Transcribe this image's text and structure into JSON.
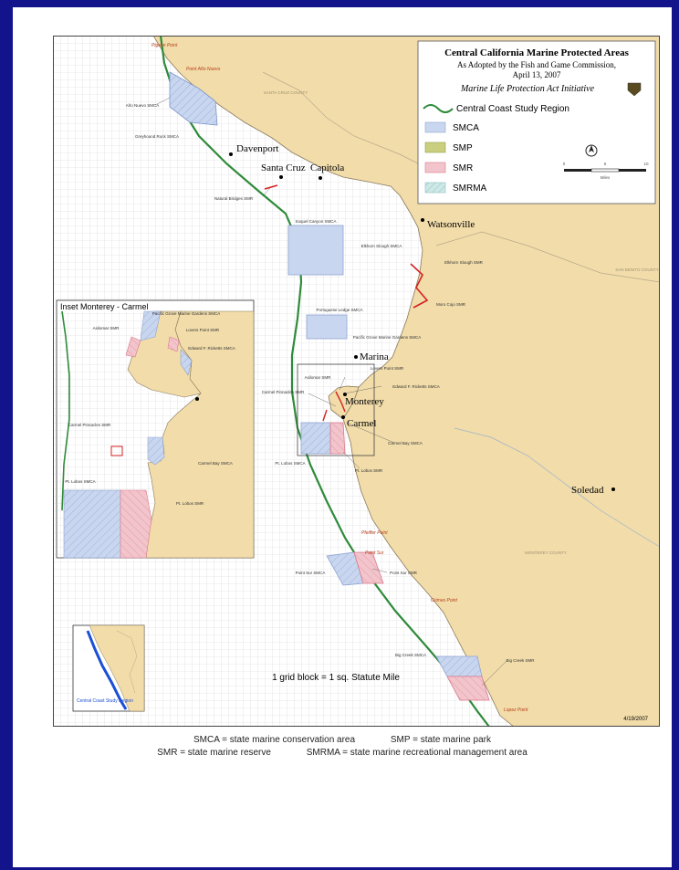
{
  "legend": {
    "title": "Central California Marine Protected Areas",
    "subtitle": "As Adopted by the Fish and Game Commission,",
    "date": "April 13, 2007",
    "initiative": "Marine Life Protection Act Initiative",
    "items": [
      {
        "label": "Central Coast Study Region",
        "color": "#2e8b3a"
      },
      {
        "label": "SMCA",
        "color": "#c9d6ef"
      },
      {
        "label": "SMP",
        "color": "#c9cf7e"
      },
      {
        "label": "SMR",
        "color": "#f2c4cc"
      },
      {
        "label": "SMRMA",
        "color": "#cde8e6"
      }
    ],
    "scale_unit": "Miles",
    "scale_ticks": [
      "0",
      "5",
      "10"
    ]
  },
  "cities": [
    {
      "name": "Davenport"
    },
    {
      "name": "Santa Cruz"
    },
    {
      "name": "Capitola"
    },
    {
      "name": "Watsonville"
    },
    {
      "name": "Marina"
    },
    {
      "name": "Monterey"
    },
    {
      "name": "Carmel"
    },
    {
      "name": "Soledad"
    }
  ],
  "points": [
    {
      "name": "Pigeon Point"
    },
    {
      "name": "Point Año Nuevo"
    },
    {
      "name": "Pfeiffer Point"
    },
    {
      "name": "Point Sur"
    },
    {
      "name": "Grimes Point"
    },
    {
      "name": "Lopez Point"
    }
  ],
  "mpa_labels": [
    {
      "text": "Año Nuevo SMCA"
    },
    {
      "text": "Greyhound Rock SMCA"
    },
    {
      "text": "Natural Bridges SMR"
    },
    {
      "text": "Soquel Canyon SMCA"
    },
    {
      "text": "Elkhorn Slough SMCA"
    },
    {
      "text": "Elkhorn Slough SMR"
    },
    {
      "text": "Moro Cojo SMR"
    },
    {
      "text": "Portuguese Ledge SMCA"
    },
    {
      "text": "Pacific Grove Marine Gardens SMCA"
    },
    {
      "text": "Asilomar SMR"
    },
    {
      "text": "Lovers Point SMR"
    },
    {
      "text": "Edward F. Ricketts SMCA"
    },
    {
      "text": "Carmel Pinnacles SMR"
    },
    {
      "text": "Carmel Bay SMCA"
    },
    {
      "text": "Pt. Lobos SMCA"
    },
    {
      "text": "Pt. Lobos SMR"
    },
    {
      "text": "Point Sur SMCA"
    },
    {
      "text": "Point Sur SMR"
    },
    {
      "text": "Big Creek SMCA"
    },
    {
      "text": "Big Creek SMR"
    }
  ],
  "regions": [
    {
      "text": "SANTA CRUZ COUNTY"
    },
    {
      "text": "SAN BENITO COUNTY"
    },
    {
      "text": "MONTEREY COUNTY"
    }
  ],
  "inset": {
    "title": "Inset  Monterey - Carmel",
    "labels": [
      {
        "text": "Pacific Grove Marine Gardens SMCA"
      },
      {
        "text": "Asilomar SMR"
      },
      {
        "text": "Lovers Point SMR"
      },
      {
        "text": "Edward F. Ricketts SMCA"
      },
      {
        "text": "Carmel Pinnacles SMR"
      },
      {
        "text": "Carmel Bay SMCA"
      },
      {
        "text": "Pt. Lobos SMCA"
      },
      {
        "text": "Pt. Lobos SMR"
      }
    ]
  },
  "locator": {
    "label": "Central Coast Study Region"
  },
  "grid_note": "1 grid block = 1 sq. Statute Mile",
  "map_date": "4/19/2007",
  "footer": {
    "line1": [
      "SMCA = state marine conservation area",
      "SMP = state marine park"
    ],
    "line2": [
      "SMR = state marine reserve",
      "SMRMA = state marine recreational management area"
    ]
  }
}
